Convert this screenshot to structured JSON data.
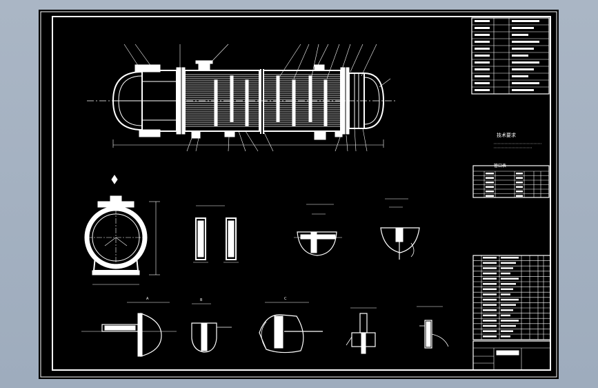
{
  "drawing": {
    "title_block": {
      "technical_requirements_heading": "技术要求",
      "nozzle_table_heading": "管口表"
    },
    "section_labels": {
      "view_a": "A",
      "view_b": "B",
      "view_c": "C"
    },
    "theme": {
      "background": "#000000",
      "line": "#ffffff",
      "frame": "#a5b2c2"
    }
  }
}
